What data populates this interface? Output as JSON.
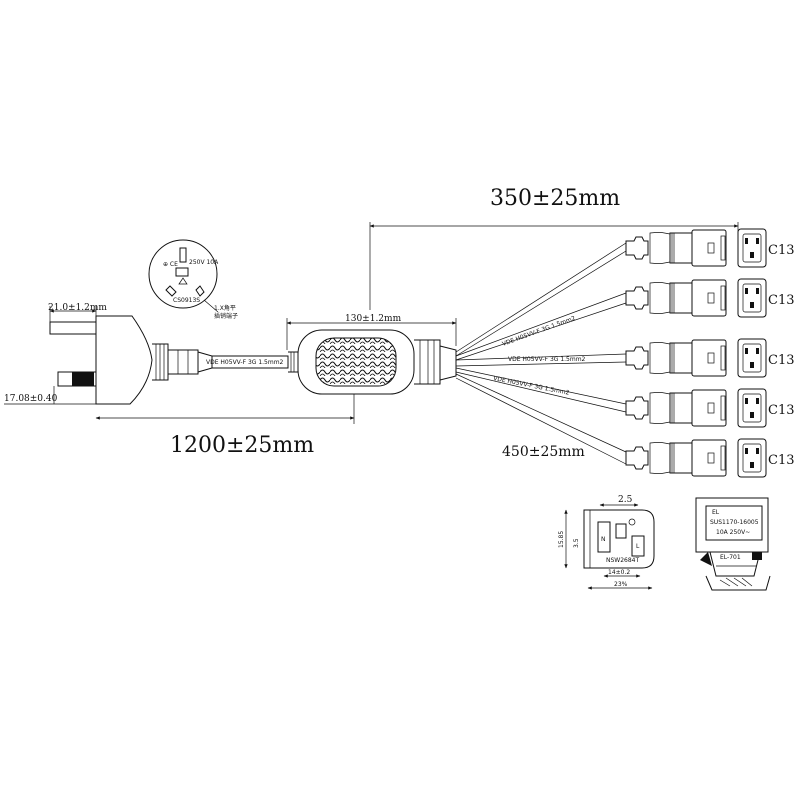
{
  "dimensions": {
    "top_length": "350±25mm",
    "splitter_length": "130±1.2mm",
    "main_length": "1200±25mm",
    "branch_length": "450±25mm",
    "plug_pin_top": "21.0±1.2mm",
    "plug_pin_side": "17.08±0.40"
  },
  "cable_spec": {
    "main": "VDE H05VV-F 3G 1.5mm2",
    "branch_1": "VDE H05VV-F 3G 1.5mm2",
    "branch_3": "VDE H05VV-F 3G 1.5mm2",
    "branch_4": "VDE H05VV-F 3G 1.5mm2"
  },
  "connectors": [
    "C13",
    "C13",
    "C13",
    "C13",
    "C13"
  ],
  "socket_face": {
    "marks": [
      "⊕ CE",
      "250V 10A",
      "CS0913S"
    ],
    "callout": "1.X角平\n插销端子"
  },
  "connector_detail": {
    "dim_top": "2.5",
    "dim_left": "15.85",
    "dim_inner": "3.5",
    "model": "NSW2684T",
    "dim_bottom_1": "14±0.2",
    "dim_bottom_2": "23%",
    "letters": [
      "N",
      "L"
    ]
  },
  "label_detail": {
    "brand": "EL",
    "line1": "SUS1170-16005",
    "line2": "10A 250V~",
    "model": "EL-701"
  }
}
